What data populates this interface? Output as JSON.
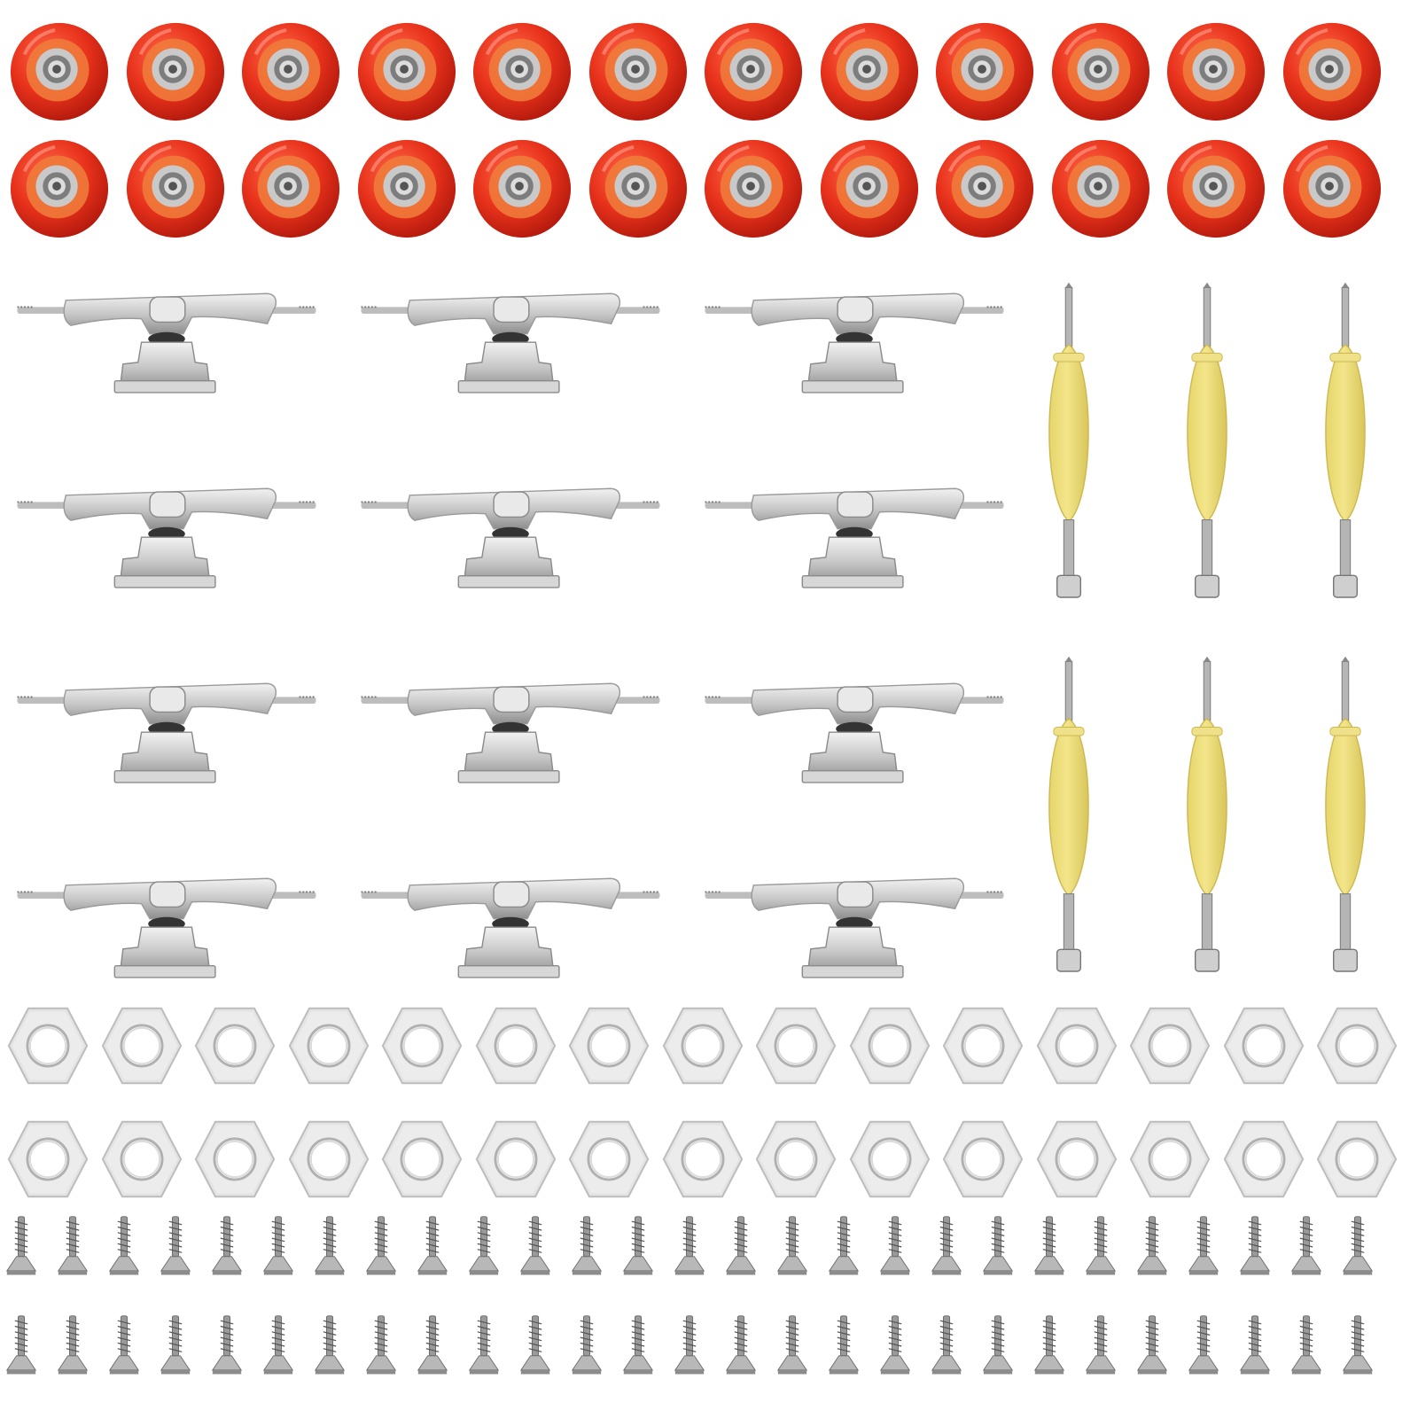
{
  "photo": {
    "background_color": "#ffffff",
    "parts": {
      "wheels": {
        "count": 24,
        "rows": 2,
        "per_row": 12,
        "color": "#e8321c",
        "rim_color": "#f07a3a",
        "bearing_color": "#c9c9c9"
      },
      "trucks": {
        "count": 12,
        "rows": 4,
        "per_row": 3,
        "color": "#c8c8c8"
      },
      "tools": {
        "count": 6,
        "rows": 2,
        "per_row": 3,
        "handle_color": "#f3e58a",
        "shaft_color": "#b5b5b5"
      },
      "nuts": {
        "count": 30,
        "rows": 2,
        "per_row": 15,
        "color": "#e3e3e3"
      },
      "screws": {
        "count": 54,
        "rows": 2,
        "per_row": 27,
        "color": "#9a9a9a"
      }
    }
  }
}
